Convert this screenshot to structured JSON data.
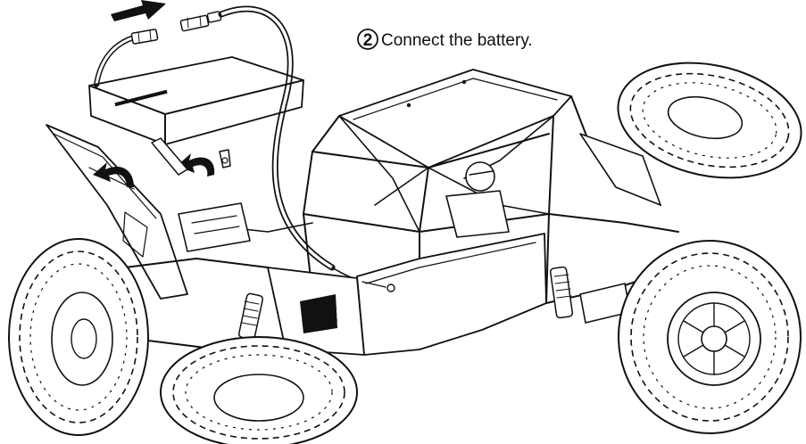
{
  "instruction": {
    "step_number": "2",
    "text": "Connect the battery."
  },
  "colors": {
    "ink": "#111111",
    "background": "#ffffff",
    "battery_fill": "#f7f7f7"
  },
  "icons": {
    "direction_arrow": "black-arrow-right",
    "rotate_arrows": [
      "curved-arrow-left",
      "curved-arrow-left"
    ]
  }
}
